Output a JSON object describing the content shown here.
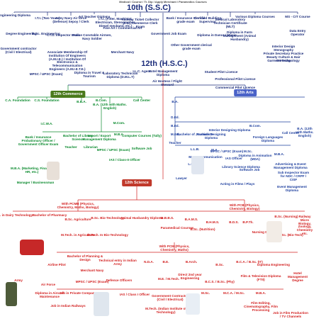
{
  "colors": {
    "top": "#1b2c7a",
    "commerce": "#0b8a2e",
    "arts": "#1e3f9e",
    "science": "#d22020",
    "box_commerce": "#4a7a1c",
    "box_arts": "#4a62c8",
    "box_science": "#c0392b"
  },
  "header": {
    "top_caption": "Medical / Course / Tr. Dip / Apply Merchant / Paramedics Courses",
    "tenth": "10th (S.S.C)",
    "twelfth": "12th (H.S.C.)"
  },
  "streams": {
    "commerce": "12th Commerce",
    "arts": "12th Arts",
    "science": "12th Science"
  },
  "top_nodes": [
    "Engineering Diploma",
    "I.T.I. (Two Years)",
    "Army Navy Air force (Defence) Sepoy / Clerk",
    "Art Teacher Diploma",
    "I.T.I. (Fitter, Machinist, Electrician, Stenographer, Diesel mechanic etc.)",
    "Railway Ticket Collector (T.C.) Commerce Clerk Exam",
    "Bank / Insurance Clerical grade exam",
    "Certified Building Supervisor",
    "Medical Laboratory Technician Certificate (MLT)",
    "Various Diploma Courses",
    "MS - CIT Course",
    "Degree Engineering",
    "B.Sc. Engineering",
    "I.T.O. Inspector Exam",
    "Police Constable Airmen, Navy Soldier",
    "Fine Art / Commercial Art",
    "Government Job Exam",
    "Diploma in Dance / Music",
    "Diploma in Farm Management (Animal Husbandry)",
    "Data Entry Operator",
    "Government contractor (Civil / Electrical)",
    "Associate Membership Of Institution Of Engineers (A.M.I.E.) / Institution Of Electronics & Telecommunication Engineers (A.M.I.E.T.E.)",
    "Merchant Navy",
    "Other Government clerical grade exam",
    "Interior Design",
    "Stenography",
    "Private Secretary Practice",
    "Beauty Culture & Hair Dressing",
    "Garment Technology"
  ],
  "mid_nodes": [
    "MPSC / UPSC (Exam)",
    "Diploma in Travel & Tourism",
    "Laboratory Technician Diploma (D.M.L.T)",
    "I.L.C. Agent",
    "Hotel Management Diploma",
    "Air Hostess / Flight Steward",
    "Student Pilot Licence",
    "Professional Pilot Licence",
    "Commercial Pilot Licence"
  ],
  "commerce_nodes": [
    "C.A. Foundation",
    "C.S. Foundation",
    "B.B.A.",
    "B.Com.",
    "B.A. (12th with Maths. English)",
    "Call Center",
    "I.C.W.A.",
    "Bank / Insurance Probationary Officer / Government Officer Exam",
    "Bachelor of Library Science",
    "Import / Export Management Diploma",
    "M.Com.",
    "M.B.A.",
    "Computer Courses (Tally)",
    "Software Job",
    "MPSC / UPSC (Exam)",
    "IAS / Class-II Officer",
    "Teacher",
    "Librarian",
    "M.B.A. (Marketing, Finance, HR, etc.)",
    "Manager / Businessman"
  ],
  "arts_nodes": [
    "B.A.",
    "D.Ed.",
    "B.Ed.",
    "M.Ed.",
    "Teacher",
    "Bachelor of Journalism",
    "L.L.B.",
    "Fashion Designing Diploma",
    "Interior Designing Diploma",
    "B.Com.",
    "Foreign Languages Diploma",
    "Call Center",
    "B.A. (12th with Maths. English)",
    "M.A.",
    "Mass Communication",
    "L.L.M.",
    "MPSC / UPSC (Exam)",
    "IAS Officer",
    "M.Sc.",
    "Library Science Diploma",
    "Diploma in Animation (MDA)",
    "Software Job",
    "M.B.A.",
    "Advertising & Event Management Diploma",
    "Sub Inspector Exam for NDC / CRPF / CISF",
    "Event Management Diploma",
    "Lawyer",
    "Acting in Films / Plays"
  ],
  "science_nodes": [
    "With PCMB (Physics, Chemistry, Maths, Biology)",
    "With PCB (Physics, Chemistry, Biology)",
    "B.Sc. in Dairy Technology",
    "Bachelor of Pharmacy",
    "B.Sc. Agriculture",
    "M.B.B.S.",
    "B.A.M.S.",
    "B.H.M.S.",
    "B.D.S.",
    "B.P.Th.",
    "Nursing Diploma",
    "B.Sc. (Nursing)",
    "B.Sc. Bio-Technology",
    "Animal Husbandry Diploma",
    "Paramedical Courses",
    "B.Sc. (Nutrition)",
    "Railway Micro Biology, Zoology, Chemistry etc.",
    "M.Sc. (Bio-Tech)",
    "M.Tech. in Agriculture",
    "M.Tech. In Bio-Technology",
    "With PCM (Physics, Chemistry, Maths)",
    "Bachelor of Planning & Design",
    "Technical entry in Indian Army",
    "N.D.A.",
    "B.E.",
    "B.Arch.",
    "B.Sc.",
    "B.C.A. / B.Sc. (IT)",
    "Diploma Engineering",
    "Direct 2nd year Engineering",
    "B.C.S. / B.Sc. (Phy)",
    "Film & Television Diploma (FTII)",
    "Hotel Management Degree",
    "Defence Officers",
    "MPSC / UPSC (Exam)",
    "Merchant Navy",
    "Airline Pilot",
    "Army",
    "Air Force",
    "Diploma in Aircraft Maintenance",
    "Job in Indian Railways",
    "M.E. / M.Tech.",
    "Government Contractor (Civil / Electrical)",
    "M.C.A. / M.Sc.",
    "M.B.A.",
    "M.Sc.",
    "Film Editing, Cinematography, Film Processing",
    "Job in Film Production / TV Channels",
    "M.Tech. (Indian Institute of Technology)",
    "Job in Private Company",
    "IAS / Class I Officer"
  ]
}
